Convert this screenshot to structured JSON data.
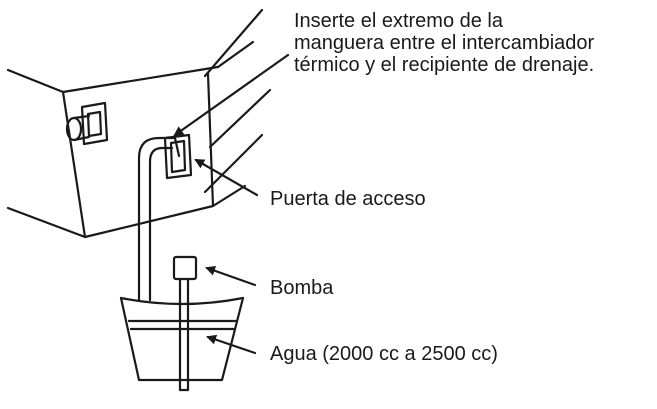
{
  "instruction": {
    "lines": [
      "Inserte el extremo de la",
      "manguera entre el intercambiador",
      "térmico y el recipiente de drenaje."
    ]
  },
  "labels": {
    "access_door": "Puerta de acceso",
    "pump": "Bomba",
    "water": "Agua (2000 cc a 2500 cc)"
  },
  "colors": {
    "stroke": "#1a1a1a",
    "background": "#ffffff"
  }
}
